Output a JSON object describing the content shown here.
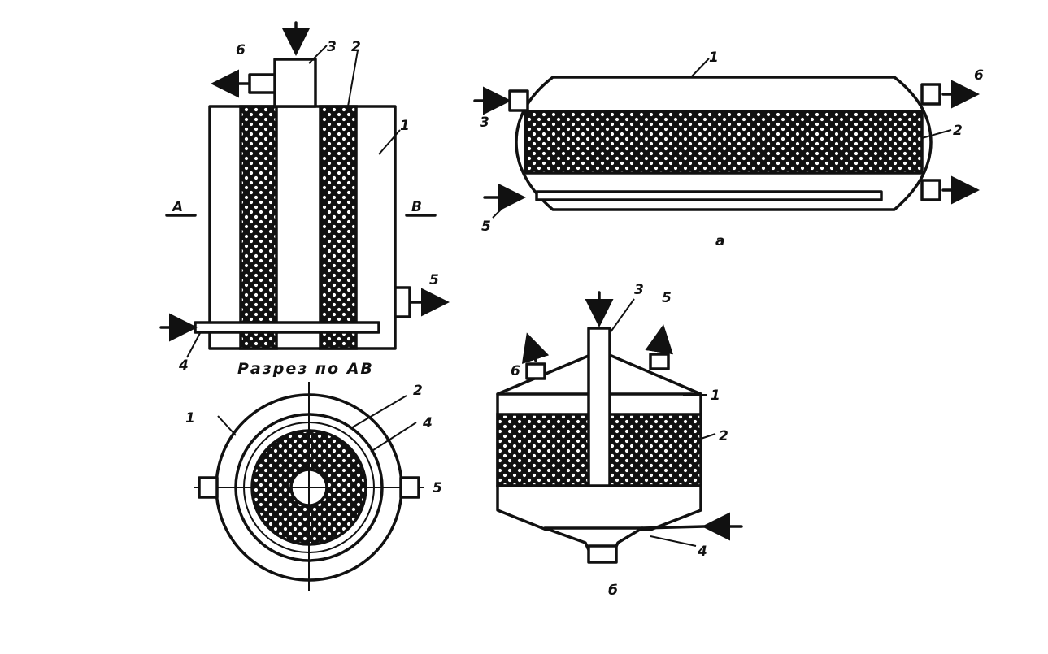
{
  "diagram": {
    "section_caption": "Разрез по АВ",
    "section_letters": {
      "a": "А",
      "b": "В"
    },
    "labels": {
      "n1": "1",
      "n2": "2",
      "n3": "3",
      "n4": "4",
      "n5": "5",
      "n6": "6"
    },
    "subfigures": {
      "a": "а",
      "b": "б"
    }
  },
  "colors": {
    "ink": "#111111",
    "paper": "#ffffff",
    "grain": "#ffffff"
  }
}
